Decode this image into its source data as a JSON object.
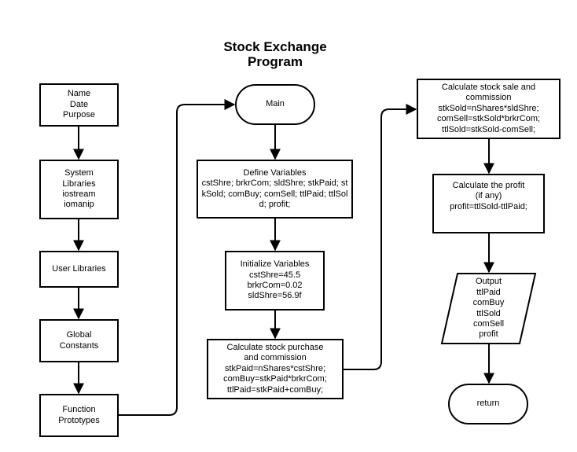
{
  "title": [
    "Stock Exchange",
    "Program"
  ],
  "left_column": [
    {
      "lines": [
        "Name",
        "Date",
        "Purpose"
      ]
    },
    {
      "lines": [
        "System",
        "Libraries",
        "iostream",
        "iomanip"
      ]
    },
    {
      "lines": [
        "User Libraries"
      ]
    },
    {
      "lines": [
        "Global",
        "Constants"
      ]
    },
    {
      "lines": [
        "Function",
        "Prototypes"
      ]
    }
  ],
  "middle_column": {
    "main": "Main",
    "define_variables": [
      "Define Variables",
      "cstShre; brkrCom; sldShre; stkPaid; stkSold; comBuy; comSell; ttlPaid; ttlSold; profit;"
    ],
    "initialize_variables": [
      "Initialize Variables",
      "cstShre=45.5",
      "brkrCom=0.02",
      "sldShre=56.9f"
    ],
    "calc_purchase": [
      "Calculate stock purchase",
      "and commission",
      "stkPaid=nShares*cstShre;",
      "comBuy=stkPaid*brkrCom;",
      "ttlPaid=stkPaid+comBuy;"
    ]
  },
  "right_column": {
    "calc_sale": [
      "Calculate stock sale and",
      "commission",
      "stkSold=nShares*sldShre;",
      "comSell=stkSold*brkrCom;",
      "ttlSold=stkSold-comSell;"
    ],
    "calc_profit": [
      "Calculate the profit",
      "(if any)",
      "profit=ttlSold-ttlPaid;"
    ],
    "output": [
      "Output",
      "ttlPaid",
      "comBuy",
      "ttlSold",
      "comSell",
      "profit"
    ],
    "return": "return"
  },
  "colors": {
    "stroke": "#000000",
    "fill": "#ffffff",
    "text": "#000000"
  }
}
